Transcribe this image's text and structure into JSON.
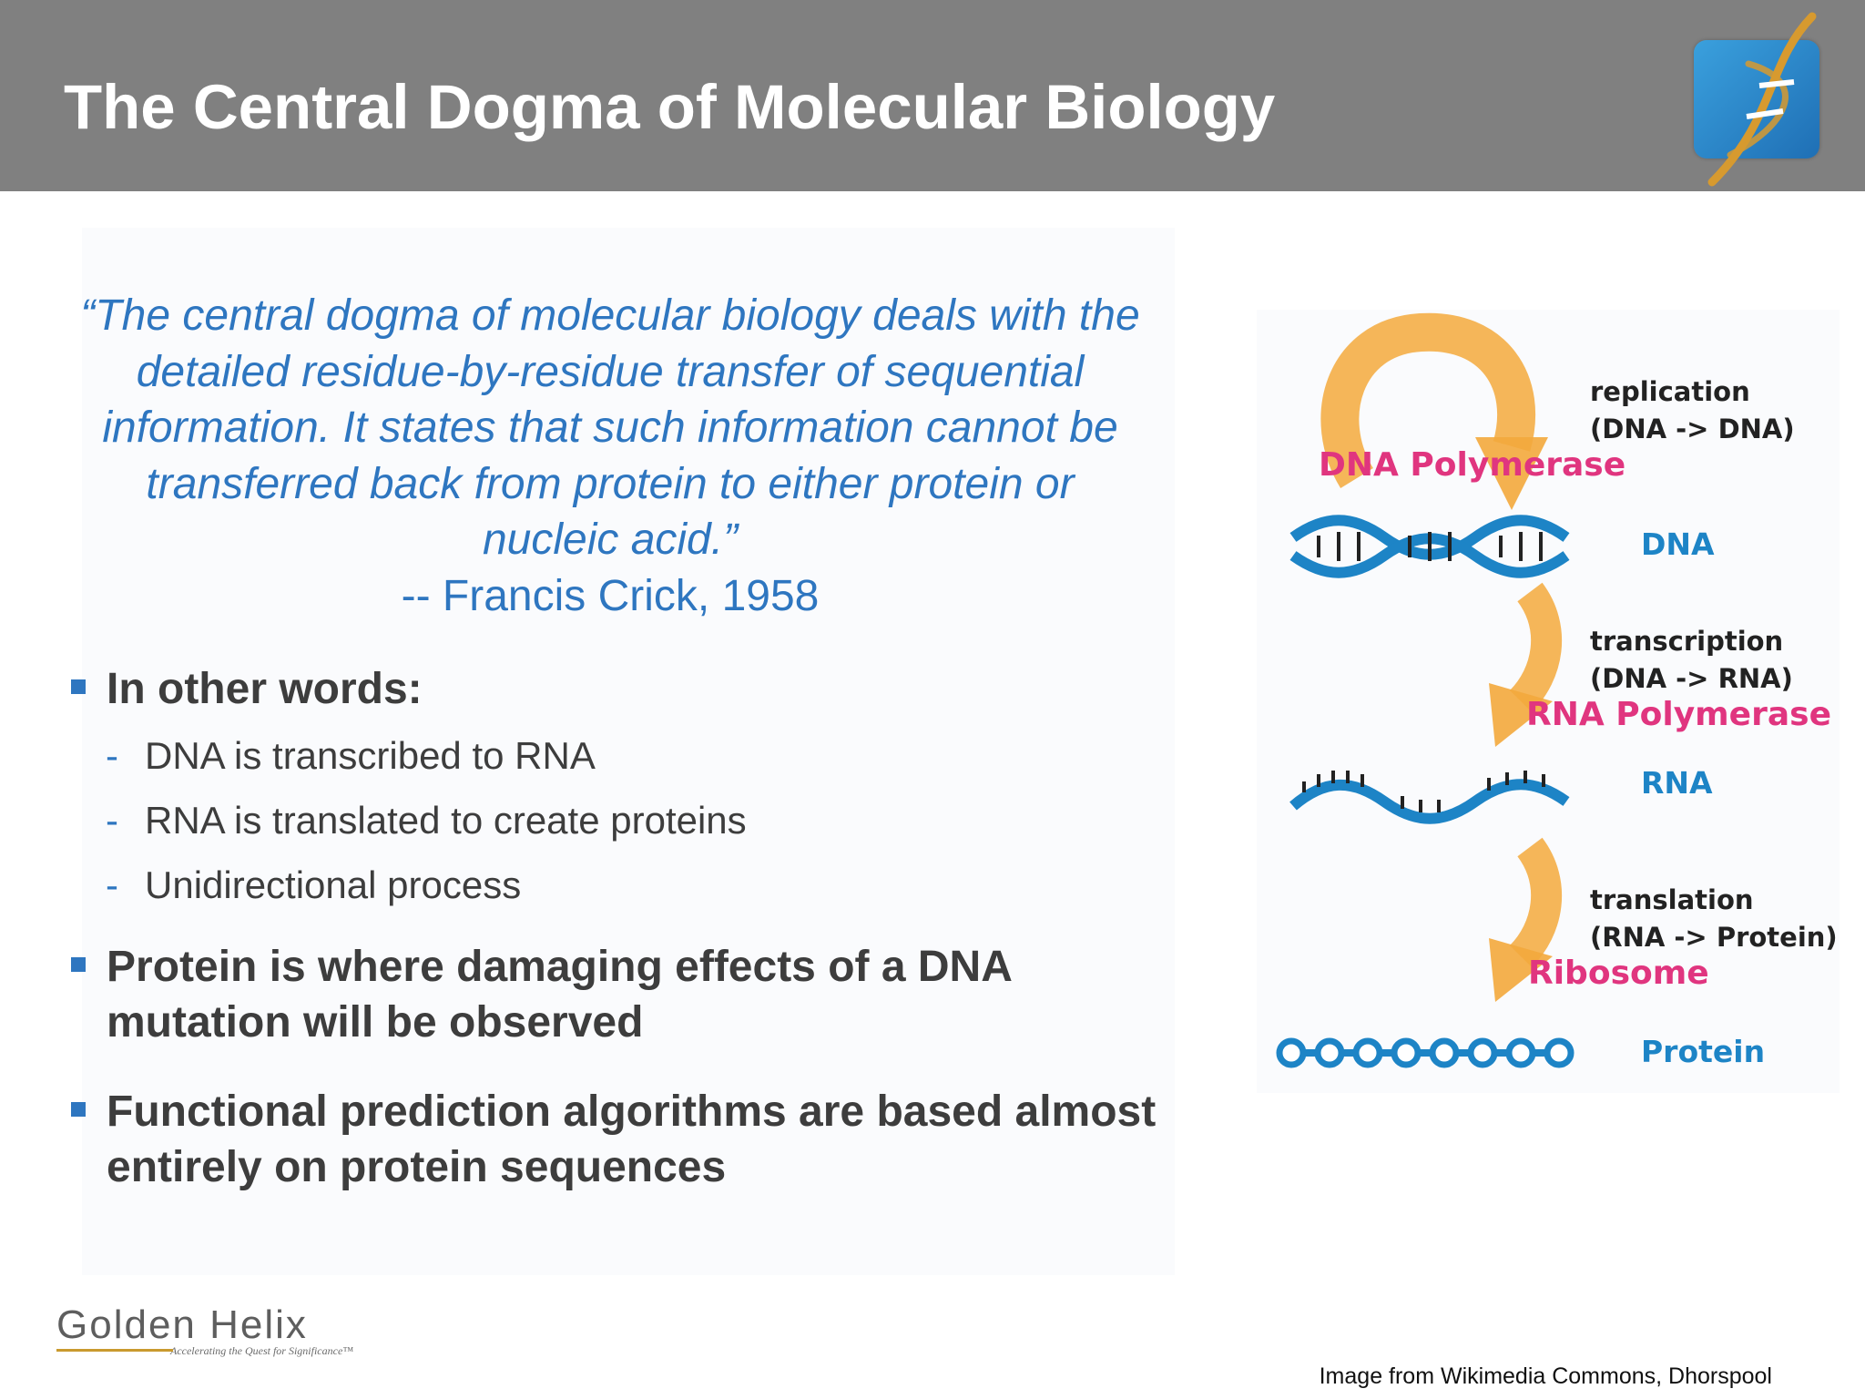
{
  "header": {
    "title": "The Central Dogma of Molecular Biology",
    "logo_icon": "dna-helix-logo-icon",
    "background": "#808080"
  },
  "quote": {
    "text": "“The central dogma of molecular biology deals with the detailed residue-by-residue transfer of sequential information. It states that such information cannot be transferred back from protein to either protein or nucleic acid.”",
    "attribution": "-- Francis Crick, 1958",
    "color": "#2e76c0"
  },
  "bullets": [
    {
      "text": "In other words:",
      "subitems": [
        "DNA is transcribed to RNA",
        "RNA is translated to create proteins",
        "Unidirectional process"
      ]
    },
    {
      "text": "Protein is where damaging effects of a DNA mutation will be observed"
    },
    {
      "text": "Functional prediction algorithms are based almost entirely on protein sequences"
    }
  ],
  "diagram": {
    "steps": [
      {
        "name": "replication",
        "detail": "(DNA -> DNA)",
        "enzyme": "DNA Polymerase"
      },
      {
        "name": "transcription",
        "detail": "(DNA -> RNA)",
        "enzyme": "RNA Polymerase"
      },
      {
        "name": "translation",
        "detail": "(RNA -> Protein)",
        "enzyme": "Ribosome"
      }
    ],
    "molecules": [
      "DNA",
      "RNA",
      "Protein"
    ],
    "colors": {
      "arrow": "#f3a93c",
      "enzyme": "#e0357f",
      "molecule": "#1d84c6"
    }
  },
  "footer": {
    "brand_part1": "Golden",
    "brand_part2": "Helix",
    "tagline": "Accelerating the Quest for Significance™",
    "credit": "Image from Wikimedia Commons, Dhorspool"
  }
}
